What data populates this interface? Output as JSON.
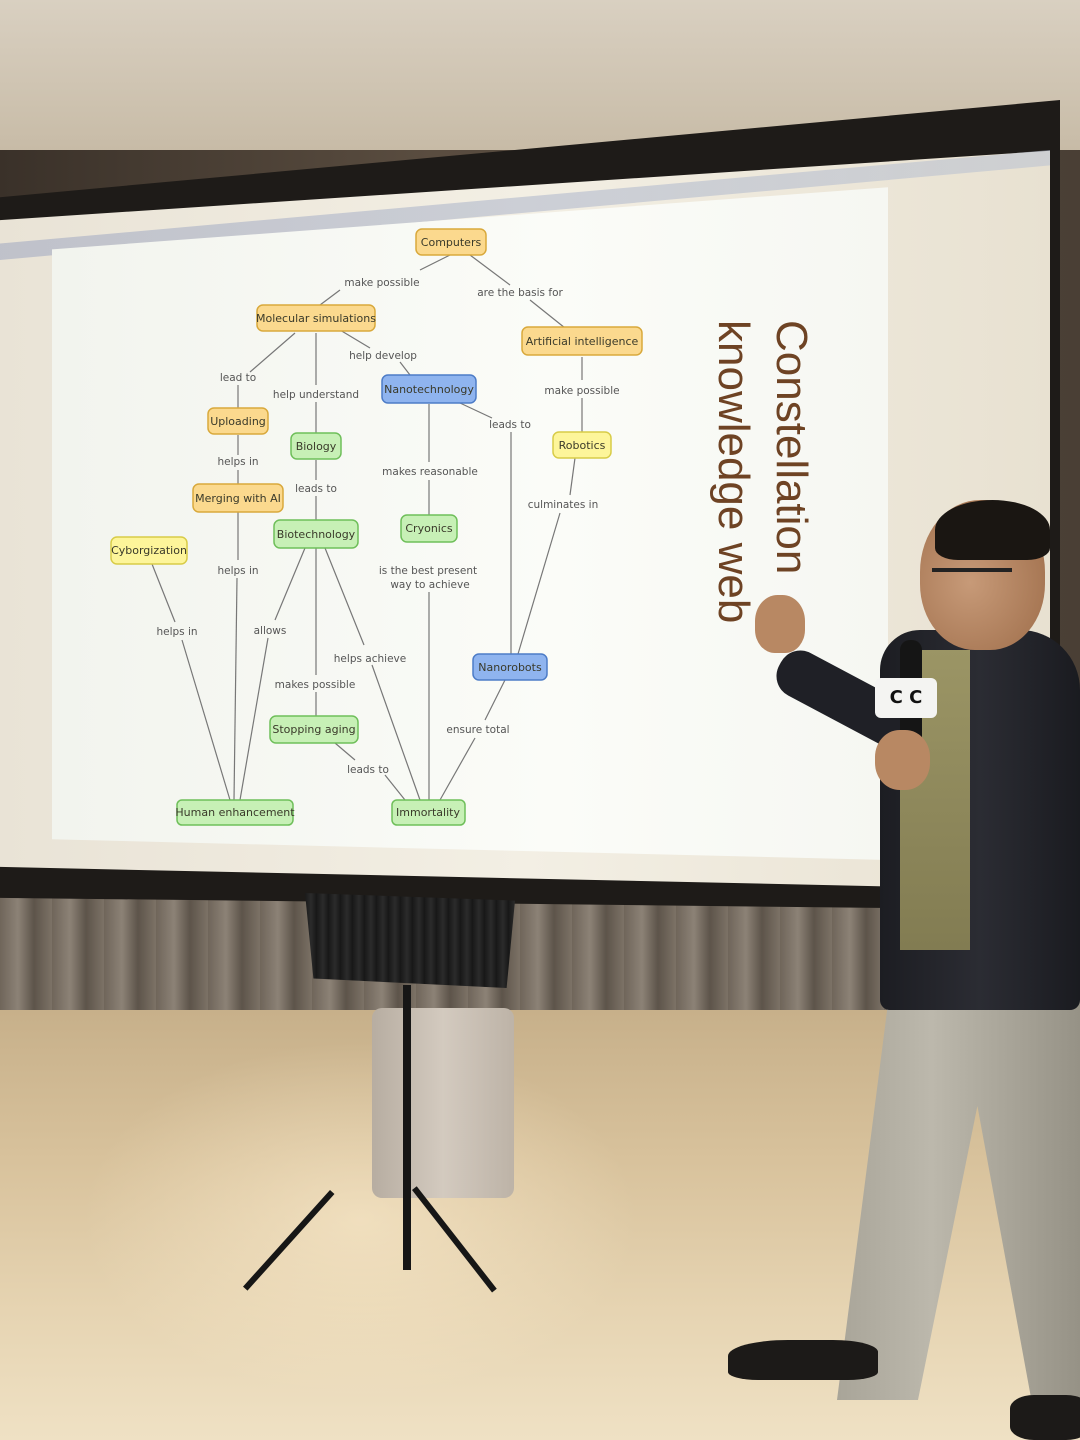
{
  "slide": {
    "title_line1": "Constellation",
    "title_line2": "knowledge web",
    "nodes": {
      "computers": "Computers",
      "molecular_simulations": "Molecular simulations",
      "artificial_intelligence": "Artificial intelligence",
      "nanotechnology": "Nanotechnology",
      "uploading": "Uploading",
      "biology": "Biology",
      "robotics": "Robotics",
      "merging_with_ai": "Merging with AI",
      "cyborgization": "Cyborgization",
      "biotechnology": "Biotechnology",
      "cryonics": "Cryonics",
      "nanorobots": "Nanorobots",
      "stopping_aging": "Stopping aging",
      "human_enhancement": "Human enhancement",
      "immortality": "Immortality"
    },
    "edges": {
      "make_possible_1": "make possible",
      "are_the_basis_for": "are the basis for",
      "help_develop": "help develop",
      "lead_to": "lead to",
      "help_understand": "help understand",
      "make_possible_2": "make possible",
      "leads_to_1": "leads to",
      "helps_in_1": "helps in",
      "makes_reasonable": "makes reasonable",
      "leads_to_2": "leads to",
      "culminates_in": "culminates in",
      "helps_in_2": "helps in",
      "is_the_best_present_1": "is the best present",
      "is_the_best_present_2": "way to achieve",
      "helps_in_3": "helps in",
      "allows": "allows",
      "helps_achieve": "helps achieve",
      "makes_possible": "makes possible",
      "ensure_total": "ensure total",
      "leads_to_3": "leads to"
    },
    "colors": {
      "orange_node": "#fbd98e",
      "blue_node": "#8fb4ef",
      "green_node": "#c7f0b6",
      "yellow_node": "#fdf59a",
      "title_color": "#6e4324"
    }
  },
  "microphone_flag": "C C"
}
